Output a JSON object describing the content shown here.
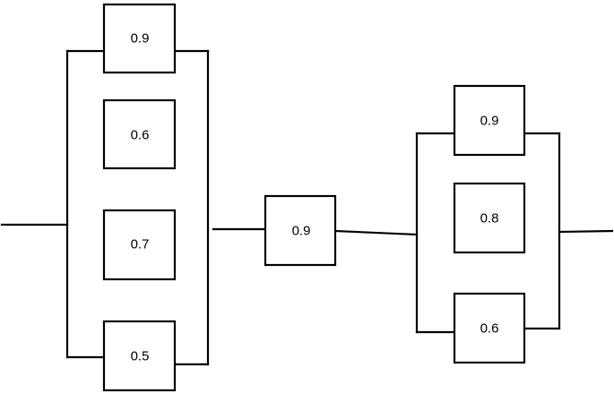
{
  "diagram": {
    "left_group": {
      "blocks": [
        "0.9",
        "0.6",
        "0.7",
        "0.5"
      ]
    },
    "middle_block": "0.9",
    "right_group": {
      "blocks": [
        "0.9",
        "0.8",
        "0.6"
      ]
    }
  }
}
